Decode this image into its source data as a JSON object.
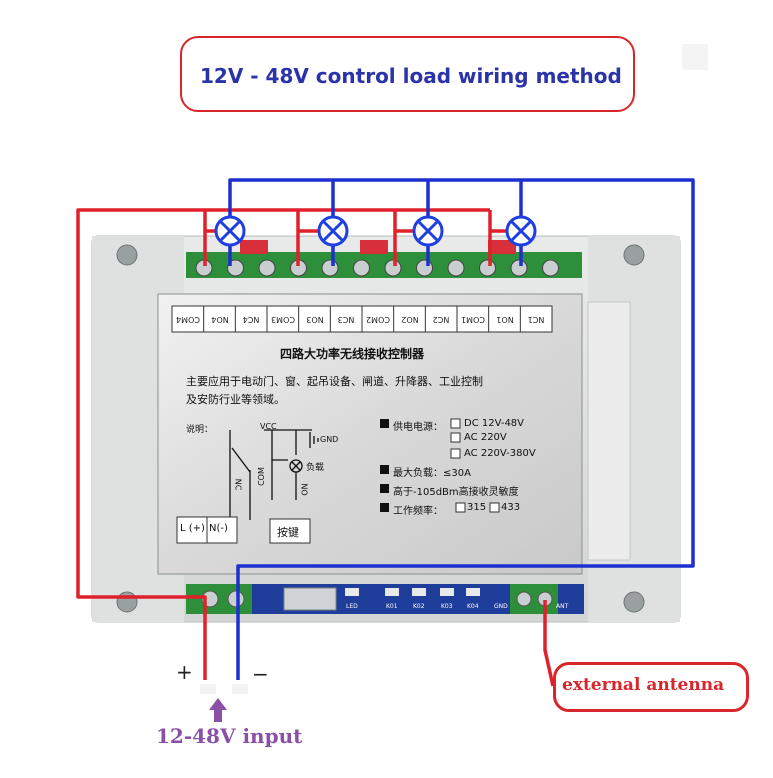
{
  "title": "12V - 48V control load wiring method",
  "antenna_label": "external antenna",
  "input_label": "12-48V input",
  "plus_sign": "+",
  "minus_sign": "−",
  "terminals": [
    "COM4",
    "NO4",
    "NC4",
    "COM3",
    "NO3",
    "NC3",
    "COM2",
    "NO2",
    "NC2",
    "COM1",
    "NO1",
    "NC1"
  ],
  "panel": {
    "heading": "四路大功率无线接收控制器",
    "desc_line1": "主要应用于电动门、窗、起吊设备、闸道、升降器、工业控制",
    "desc_line2": "及安防行业等领域。",
    "note": "说明：",
    "vcc": "VCC",
    "gnd": "GND",
    "load": "负载",
    "nc": "NC",
    "com": "COM",
    "no": "NO",
    "power_label": "供电电源：",
    "power_options": [
      "DC 12V-48V",
      "AC 220V",
      "AC 220V-380V"
    ],
    "max_load": "最大负载：≤30A",
    "sensitivity": "高于-105dBm高接收灵敏度",
    "frequency_label": "工作频率：",
    "freq_options": [
      "315",
      "433"
    ],
    "l_plus": "L (+)",
    "n_minus": "N(-)",
    "key": "按键"
  },
  "bottom_labels": [
    "LED",
    "K01",
    "K02",
    "K03",
    "K04",
    "GND",
    "ANT"
  ],
  "colors": {
    "wire_red": "#e0202a",
    "wire_blue": "#1c2fd0",
    "title_blue": "#2a33a8",
    "outline_red": "#d9262b",
    "input_purple": "#8a4fa6",
    "lamp_blue": "#1f3fe0"
  }
}
